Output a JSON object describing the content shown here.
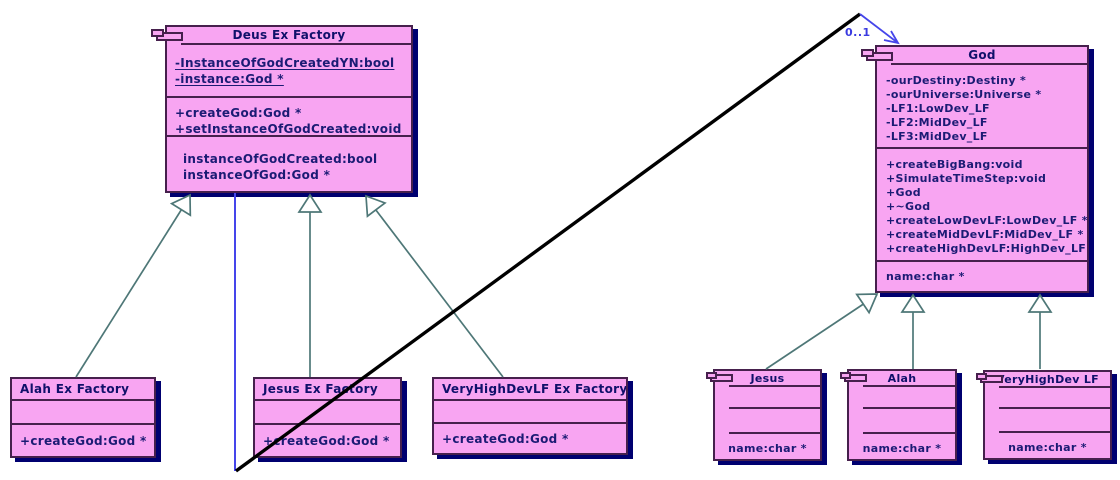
{
  "diagram": {
    "type": "uml-class-diagram"
  },
  "colors": {
    "box_fill": "#f8a5f2",
    "box_border": "#46204d",
    "box_shadow": "#000070",
    "title_text": "#10106a",
    "member_text": "#1b1b74",
    "generalization_line": "#4e7777",
    "association_blue": "#4545ea",
    "association_black": "#000000"
  },
  "assoc": {
    "multiplicity": "0..1"
  },
  "classes": {
    "deus_ex_factory": {
      "title": "Deus Ex Factory",
      "attributes": [
        "-InstanceOfGodCreatedYN:bool",
        "-instance:God *"
      ],
      "operations": [
        "+createGod:God *",
        "+setInstanceOfGodCreated:void"
      ],
      "properties": [
        "instanceOfGodCreated:bool",
        "instanceOfGod:God *"
      ]
    },
    "god": {
      "title": "God",
      "attributes": [
        "-ourDestiny:Destiny *",
        "-ourUniverse:Universe *",
        "-LF1:LowDev_LF",
        "-LF2:MidDev_LF",
        "-LF3:MidDev_LF"
      ],
      "operations": [
        "+createBigBang:void",
        "+SimulateTimeStep:void",
        "+God",
        "+~God",
        "+createLowDevLF:LowDev_LF *",
        "+createMidDevLF:MidDev_LF *",
        "+createHighDevLF:HighDev_LF *"
      ],
      "properties": [
        "name:char *"
      ]
    },
    "alah_ex_factory": {
      "title": "Alah Ex Factory",
      "operations": [
        "+createGod:God *"
      ]
    },
    "jesus_ex_factory": {
      "title": "Jesus Ex Factory",
      "operations": [
        "+createGod:God *"
      ]
    },
    "veryhighdevlf_ex_factory": {
      "title": "VeryHighDevLF Ex Factory",
      "operations": [
        "+createGod:God *"
      ]
    },
    "jesus": {
      "title": "Jesus",
      "properties": [
        "name:char *"
      ]
    },
    "alah": {
      "title": "Alah",
      "properties": [
        "name:char *"
      ]
    },
    "veryhighdev_lf": {
      "title": "VeryHighDev LF",
      "properties": [
        "name:char *"
      ]
    }
  }
}
